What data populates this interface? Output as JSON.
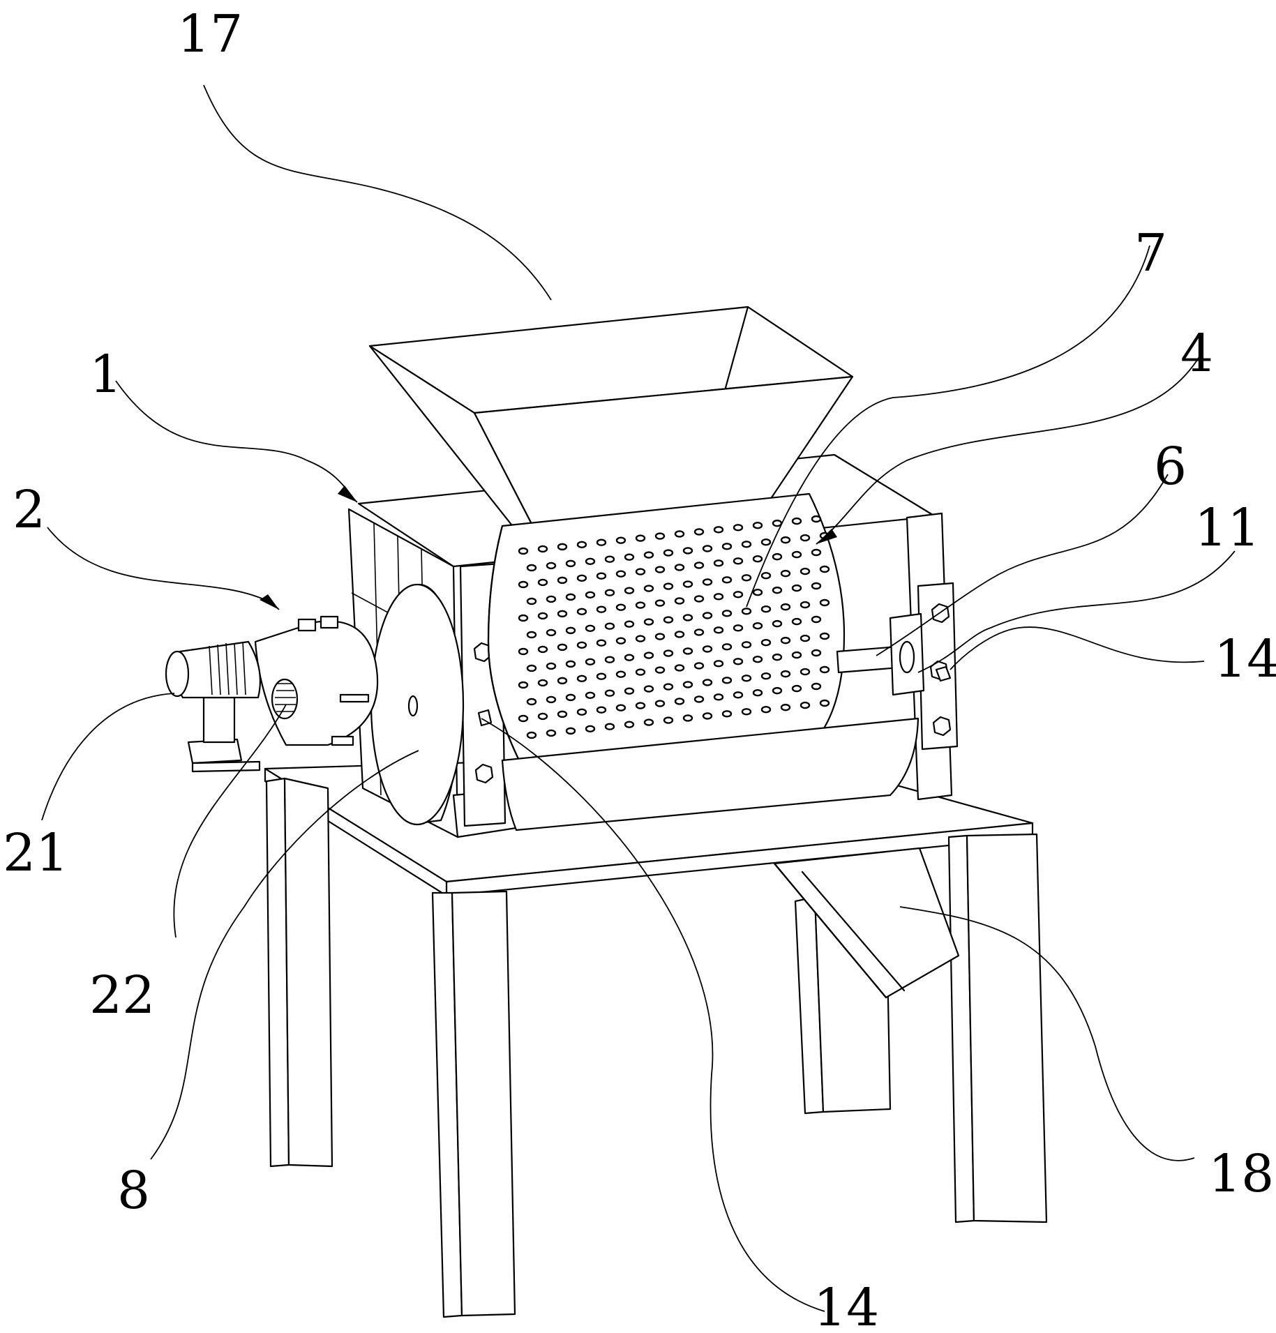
{
  "labels": {
    "l17": "17",
    "l7": "7",
    "l4": "4",
    "l1": "1",
    "l6": "6",
    "l2": "2",
    "l11": "11",
    "l14a": "14",
    "l21": "21",
    "l22": "22",
    "l8": "8",
    "l14b": "14",
    "l18": "18"
  },
  "colors": {
    "line": "#000000",
    "background": "#ffffff"
  }
}
